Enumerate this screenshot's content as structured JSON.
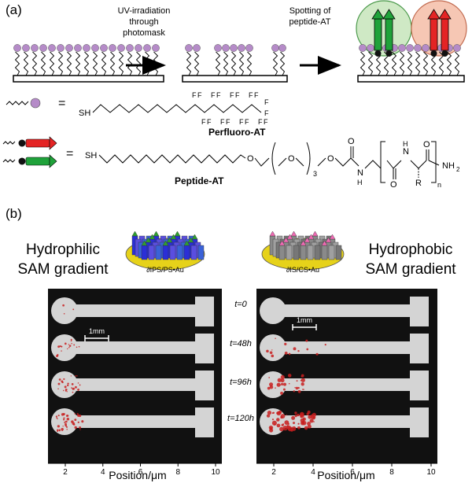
{
  "panel_a": {
    "label": "(a)",
    "step1_text": [
      "UV-irradiation",
      "through",
      "photomask"
    ],
    "step2_text": [
      "Spotting of",
      "peptide-AT"
    ],
    "perfluoro_name": "Perfluoro-AT",
    "peptide_name": "Peptide-AT",
    "equals": "=",
    "thiol": "SH",
    "fluorine": "F",
    "oxygen": "O",
    "amide_n": "N",
    "amide_h": "H",
    "amine": "NH",
    "sub2": "2",
    "subscript_3": "3",
    "subscript_n": "n",
    "r_group": "R"
  },
  "panel_b": {
    "label": "(b)",
    "left_title": [
      "Hydrophilic",
      "SAM gradient"
    ],
    "right_title": [
      "Hydrophobic",
      "SAM gradient"
    ],
    "left_schematic_label": "∂IPS/PS•Au",
    "right_schematic_label": "∂IS/CS•Au",
    "time_labels": [
      "t=0",
      "t=48h",
      "t=96h",
      "t=120h"
    ],
    "scale_bar": "1mm",
    "x_ticks": [
      "2",
      "4",
      "6",
      "8",
      "10"
    ],
    "x_axis_label": "Position/μm"
  },
  "colors": {
    "sam_head": "#b58bc8",
    "peptide_red": "#e42424",
    "peptide_green": "#1fa23a",
    "halo_green": "#cfe9c5",
    "halo_red": "#f6c7b4",
    "spot_red": "#c81e1e",
    "dark_bg": "#111111",
    "strip": "#d4d4d4"
  }
}
